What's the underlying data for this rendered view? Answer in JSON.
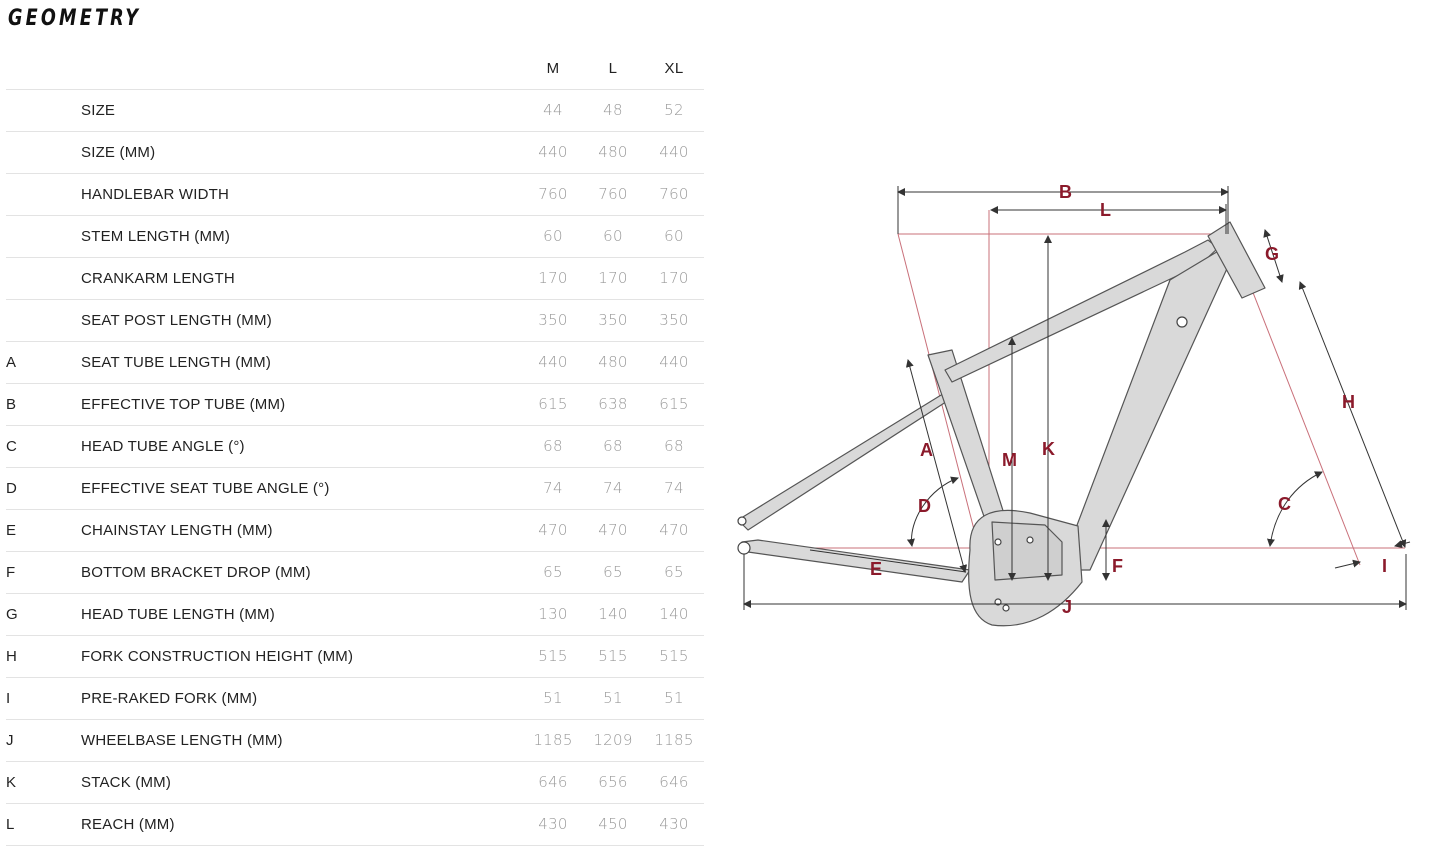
{
  "title": "GEOMETRY",
  "columns": [
    "M",
    "L",
    "XL"
  ],
  "rows": [
    {
      "code": "",
      "label": "SIZE",
      "values": [
        "44",
        "48",
        "52"
      ]
    },
    {
      "code": "",
      "label": "SIZE (MM)",
      "values": [
        "440",
        "480",
        "440"
      ]
    },
    {
      "code": "",
      "label": "HANDLEBAR WIDTH",
      "values": [
        "760",
        "760",
        "760"
      ]
    },
    {
      "code": "",
      "label": "STEM LENGTH (MM)",
      "values": [
        "60",
        "60",
        "60"
      ]
    },
    {
      "code": "",
      "label": "CRANKARM LENGTH",
      "values": [
        "170",
        "170",
        "170"
      ]
    },
    {
      "code": "",
      "label": "SEAT POST LENGTH (MM)",
      "values": [
        "350",
        "350",
        "350"
      ]
    },
    {
      "code": "A",
      "label": "SEAT TUBE LENGTH (MM)",
      "values": [
        "440",
        "480",
        "440"
      ]
    },
    {
      "code": "B",
      "label": "EFFECTIVE TOP TUBE (MM)",
      "values": [
        "615",
        "638",
        "615"
      ]
    },
    {
      "code": "C",
      "label": "HEAD TUBE ANGLE (°)",
      "values": [
        "68",
        "68",
        "68"
      ]
    },
    {
      "code": "D",
      "label": "EFFECTIVE SEAT TUBE ANGLE (°)",
      "values": [
        "74",
        "74",
        "74"
      ]
    },
    {
      "code": "E",
      "label": "CHAINSTAY LENGTH (MM)",
      "values": [
        "470",
        "470",
        "470"
      ]
    },
    {
      "code": "F",
      "label": "BOTTOM BRACKET DROP (MM)",
      "values": [
        "65",
        "65",
        "65"
      ]
    },
    {
      "code": "G",
      "label": "HEAD TUBE LENGTH (MM)",
      "values": [
        "130",
        "140",
        "140"
      ]
    },
    {
      "code": "H",
      "label": "FORK CONSTRUCTION HEIGHT (MM)",
      "values": [
        "515",
        "515",
        "515"
      ]
    },
    {
      "code": "I",
      "label": "PRE-RAKED FORK (MM)",
      "values": [
        "51",
        "51",
        "51"
      ]
    },
    {
      "code": "J",
      "label": "WHEELBASE LENGTH (MM)",
      "values": [
        "1185",
        "1209",
        "1185"
      ]
    },
    {
      "code": "K",
      "label": "STACK (MM)",
      "values": [
        "646",
        "656",
        "646"
      ]
    },
    {
      "code": "L",
      "label": "REACH (MM)",
      "values": [
        "430",
        "450",
        "430"
      ]
    }
  ],
  "diagram": {
    "labels": {
      "A": "A",
      "B": "B",
      "C": "C",
      "D": "D",
      "E": "E",
      "F": "F",
      "G": "G",
      "H": "H",
      "I": "I",
      "J": "J",
      "K": "K",
      "L": "L",
      "M": "M"
    },
    "colors": {
      "accent": "#8b1a2b",
      "frame_fill": "#d9d9d9",
      "frame_stroke": "#555555",
      "dim_line": "#333333",
      "ref_line": "#c9707a"
    }
  }
}
